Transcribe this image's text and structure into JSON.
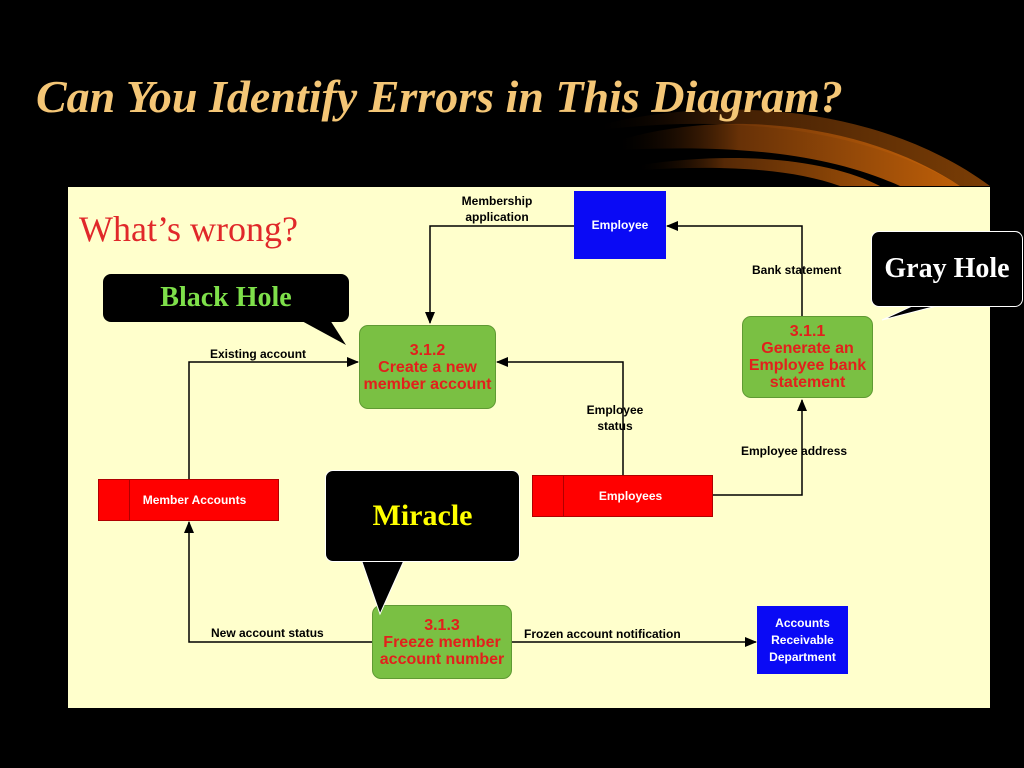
{
  "slide": {
    "title": "Can You Identify Errors in This Diagram?",
    "question": "What’s wrong?"
  },
  "callouts": {
    "black_hole": "Black Hole",
    "gray_hole": "Gray Hole",
    "miracle": "Miracle"
  },
  "entities": {
    "employee": "Employee",
    "accounts_receivable": [
      "Accounts",
      "Receivable",
      "Department"
    ]
  },
  "stores": {
    "member_accounts": "Member Accounts",
    "employees": "Employees"
  },
  "processes": {
    "create_account": {
      "id": "3.1.2",
      "name": [
        "Create a new",
        "member account"
      ]
    },
    "generate_statement": {
      "id": "3.1.1",
      "name": [
        "Generate an",
        "Employee bank",
        "statement"
      ]
    },
    "freeze_account": {
      "id": "3.1.3",
      "name": [
        "Freeze member",
        "account number"
      ]
    }
  },
  "flows": {
    "membership_application": [
      "Membership",
      "application"
    ],
    "bank_statement": "Bank statement",
    "existing_account": "Existing account",
    "employee_status": [
      "Employee",
      "status"
    ],
    "employee_address": "Employee address",
    "new_account_status": "New account status",
    "frozen_account_notification": "Frozen account notification"
  },
  "colors": {
    "background": "#000000",
    "title": "#f4c676",
    "canvas": "#ffffcc",
    "question": "#e0282a",
    "entity": "#0a0af5",
    "store": "#ff0000",
    "process": "#7ac043",
    "process_text": "#e2201c",
    "black_hole_text": "#7ee04a",
    "miracle_text": "#ffff00",
    "gray_hole_text": "#ffffff"
  }
}
